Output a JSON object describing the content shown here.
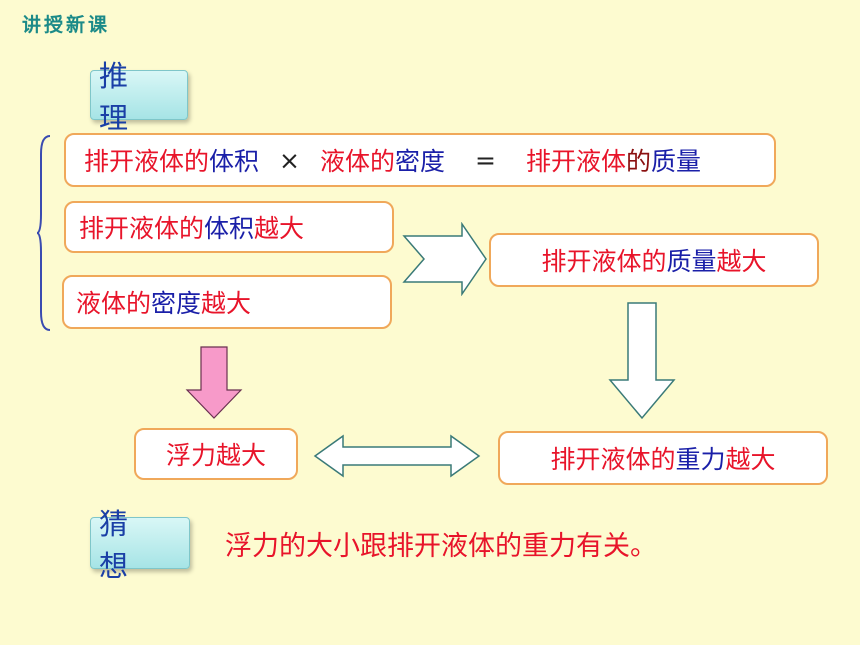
{
  "header": {
    "title": "讲授新课"
  },
  "tags": {
    "reasoning": "推 理",
    "guess": "猜 想"
  },
  "formula": {
    "part1": "排开液体的",
    "part2": "体积",
    "times": "×",
    "part3": "液体的",
    "part4": "密度",
    "equals": "=",
    "part5": "排开液体",
    "part6": "的",
    "part7": "质量"
  },
  "volume_box": {
    "a": "排开液体的",
    "b": "体积",
    "c": "越大"
  },
  "density_box": {
    "a": "液体的",
    "b": "密度",
    "c": "越大"
  },
  "mass_box": {
    "a": "排开液体的",
    "b": "质量",
    "c": "越大"
  },
  "buoyancy_box": {
    "a": "浮力越大"
  },
  "weight_box": {
    "a": "排开液体的",
    "b": "重力",
    "c": "越大"
  },
  "conclusion": "浮力的大小跟排开液体的重力有关。",
  "colors": {
    "background": "#fdfbd0",
    "box_border": "#f0a85a",
    "text_red": "#e8142a",
    "text_blue": "#1a1fa8",
    "header": "#1b8a88",
    "pink_arrow": "#f79ac9"
  }
}
